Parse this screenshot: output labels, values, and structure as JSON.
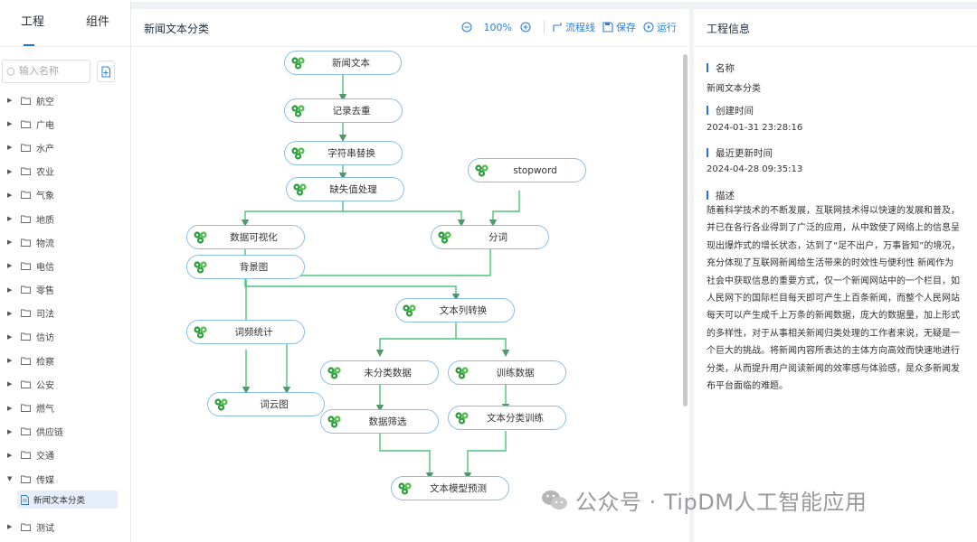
{
  "left_tabs": [
    "工程",
    "组件"
  ],
  "search": {
    "placeholder": "输入名称"
  },
  "tree": [
    {
      "label": "航空"
    },
    {
      "label": "广电"
    },
    {
      "label": "水产"
    },
    {
      "label": "农业"
    },
    {
      "label": "气象"
    },
    {
      "label": "地质"
    },
    {
      "label": "物流"
    },
    {
      "label": "电信"
    },
    {
      "label": "零售"
    },
    {
      "label": "司法"
    },
    {
      "label": "信访"
    },
    {
      "label": "检察"
    },
    {
      "label": "公安"
    },
    {
      "label": "燃气"
    },
    {
      "label": "供应链"
    },
    {
      "label": "交通"
    },
    {
      "label": "传媒",
      "expanded": true,
      "children": [
        "新闻文本分类"
      ]
    },
    {
      "label": "测试"
    }
  ],
  "canvas": {
    "title": "新闻文本分类",
    "zoom": "100%",
    "toolbar": {
      "flowline": "流程线",
      "save": "保存",
      "run": "运行"
    },
    "nodes": {
      "n1": "新闻文本",
      "n2": "记录去重",
      "n3": "字符串替换",
      "n4": "缺失值处理",
      "n5": "stopword",
      "n6": "数据可视化",
      "n7": "背景图",
      "n8": "分词",
      "n9": "文本列转换",
      "n10": "词频统计",
      "n11": "未分类数据",
      "n12": "训练数据",
      "n13": "词云图",
      "n14": "数据筛选",
      "n15": "文本分类训练",
      "n16": "文本模型预测"
    }
  },
  "info": {
    "header": "工程信息",
    "name_label": "名称",
    "name_value": "新闻文本分类",
    "created_label": "创建时间",
    "created_value": "2024-01-31 23:28:16",
    "updated_label": "最近更新时间",
    "updated_value": "2024-04-28 09:35:13",
    "desc_label": "描述",
    "desc_value": "随着科学技术的不断发展，互联网技术得以快速的发展和普及，并已在各行各业得到了广泛的应用，从中致使了网络上的信息呈现出爆炸式的增长状态，达到了“足不出户，万事皆知”的境况，充分体现了互联网新闻给生活带来的时效性与便利性 新闻作为社会中获取信息的重要方式，仅一个新闻网站中的一个栏目，如人民网下的国际栏目每天即可产生上百条新闻，而整个人民网站每天可以产生成千上万条的新闻数据，庞大的数据量，加上形式的多样性，对于从事相关新闻归类处理的工作者来说，无疑是一个巨大的挑战。将新闻内容所表达的主体方向高效而快速地进行分类，从而提升用户阅读新闻的效率感与体验感，是众多新闻发布平台面临的难题。"
  },
  "watermark": "公众号 · TipDM人工智能应用",
  "colors": {
    "accent": "#2b6fe6",
    "node_border": "#8bbde8",
    "edge": "#4cc47a"
  }
}
